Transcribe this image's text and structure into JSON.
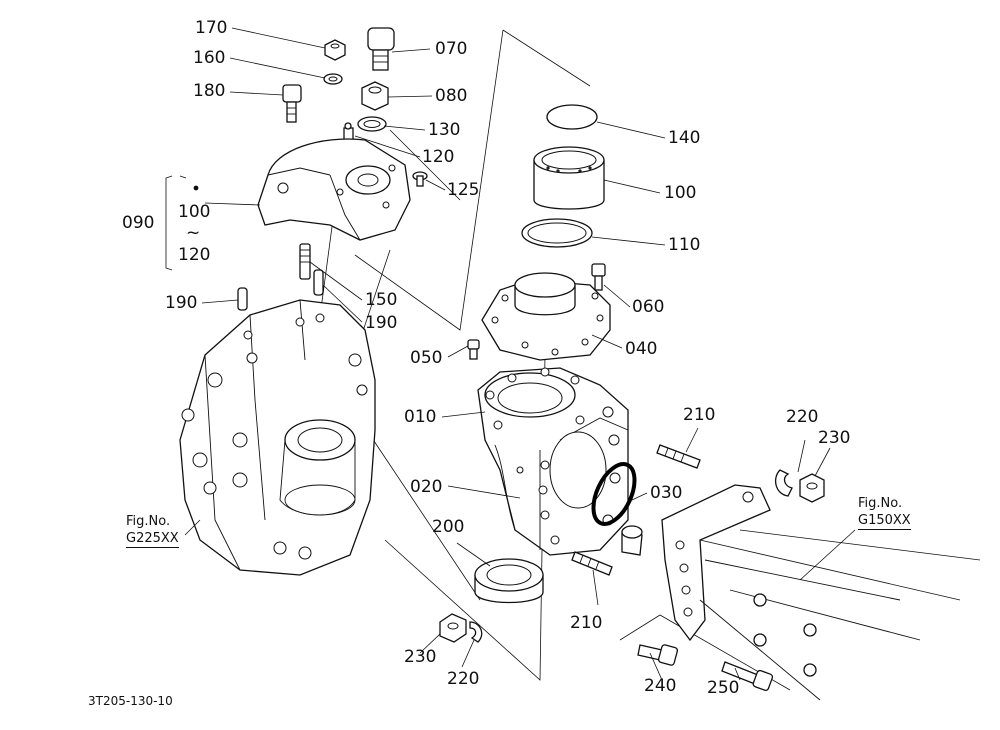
{
  "labels": {
    "p170": "170",
    "p160": "160",
    "p180": "180",
    "p070": "070",
    "p080": "080",
    "p130": "130",
    "p120": "120",
    "p125": "125",
    "p140": "140",
    "p100": "100",
    "p110": "110",
    "p090": "090",
    "range_from": "100",
    "range_sep": "~",
    "range_to": "120",
    "p060": "060",
    "p150": "150",
    "p190a": "190",
    "p190b": "190",
    "p040": "040",
    "p050": "050",
    "p010": "010",
    "p210a": "210",
    "p220a": "220",
    "p230a": "230",
    "p020": "020",
    "p030": "030",
    "p200": "200",
    "p210b": "210",
    "p230b": "230",
    "p220b": "220",
    "p240": "240",
    "p250": "250"
  },
  "figure_refs": {
    "left_line1": "Fig.No.",
    "left_line2": "G225XX",
    "right_line1": "Fig.No.",
    "right_line2": "G150XX"
  },
  "drawing_code": "3T205-130-10"
}
